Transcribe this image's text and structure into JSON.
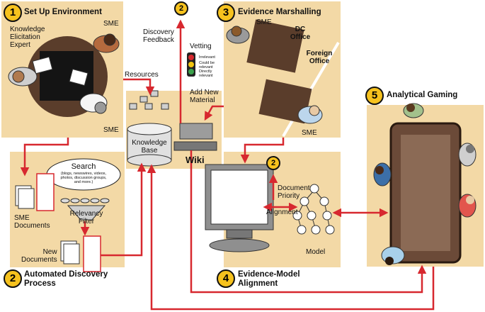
{
  "stages": {
    "s1": {
      "number": "1",
      "title": "Set Up Environment",
      "roles": {
        "expert": "Knowledge\nElicitation\nExpert",
        "sme_top": "SME",
        "sme_bottom": "SME"
      }
    },
    "s2": {
      "number": "2",
      "title": "Automated Discovery\nProcess"
    },
    "s3": {
      "number": "3",
      "title": "Evidence Marshalling",
      "labels": {
        "sme_top": "SME",
        "dc": "DC\nOffice",
        "foreign": "Foreign\nOffice",
        "sme_bottom": "SME"
      }
    },
    "s4": {
      "number": "4",
      "title": "Evidence-Model\nAlignment"
    },
    "s5": {
      "number": "5",
      "title": "Analytical Gaming"
    }
  },
  "discovery_badge": "2",
  "alignment_badge": "2",
  "center": {
    "discovery_feedback": "Discovery\nFeedback",
    "vetting": "Vetting",
    "lights": [
      "Irrelevant",
      "Could be\nrelevant",
      "Directly\nrelevant"
    ],
    "resources": "Resources",
    "add_new_material": "Add New\nMaterial",
    "knowledge_base": "Knowledge\nBase",
    "wiki": "Wiki"
  },
  "discovery": {
    "search_title": "Search",
    "search_detail": "(blogs, newswires, videos,\nphotos, discussion groups,\nand more.)",
    "sme_documents": "SME\nDocuments",
    "relevancy_filter": "Relevancy\nFilter",
    "new_documents": "New\nDocuments"
  },
  "alignment": {
    "document_priority": "Document\nPriority",
    "alignment": "Alignment",
    "model": "Model"
  },
  "colors": {
    "panel": "#f3d9a6",
    "arrow": "#d7282f",
    "badge": "#f6c21e",
    "table_dark": "#141414",
    "game_table": "#6b4a38"
  }
}
